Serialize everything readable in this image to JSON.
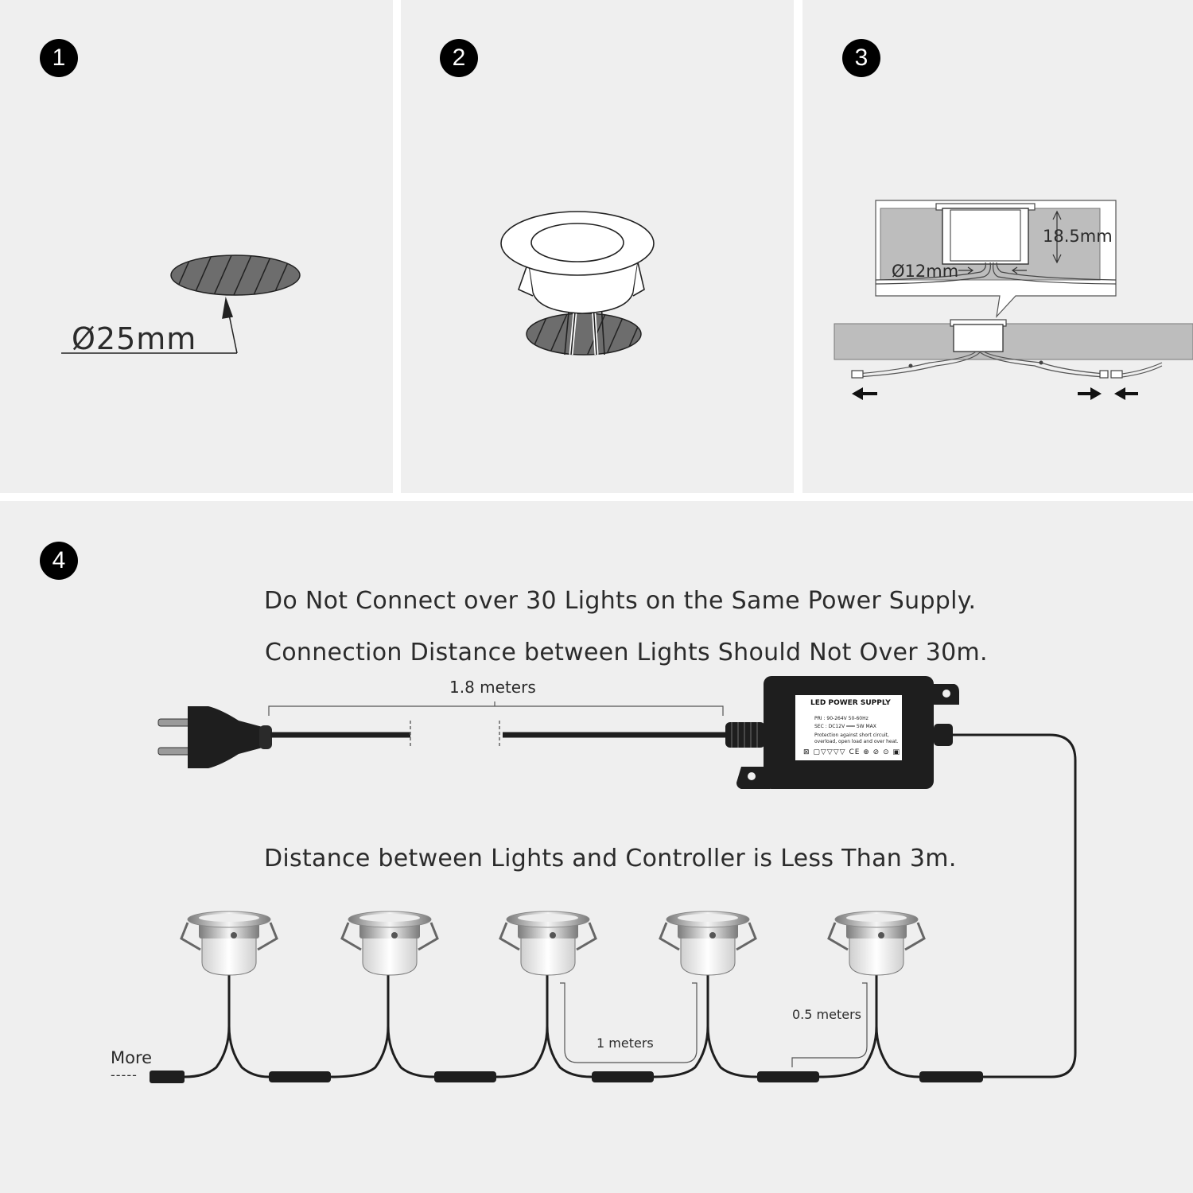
{
  "steps": {
    "s1": "1",
    "s2": "2",
    "s3": "3",
    "s4": "4"
  },
  "step1": {
    "hole_diameter": "Ø25mm"
  },
  "step3": {
    "depth": "18.5mm",
    "cable_diameter": "Ø12mm"
  },
  "step4": {
    "note_max_lights": "Do Not Connect over 30 Lights on the Same Power Supply.",
    "note_max_distance": "Connection Distance between Lights Should Not Over 30m.",
    "cord_length": "1.8 meters",
    "power_supply": {
      "title": "LED POWER SUPPLY",
      "pri": "PRI : 90-264V    50-60Hz",
      "sec": "SEC : DC12V ═══  5W MAX",
      "protection_line1": "Protection against short circuit,",
      "protection_line2": "overload, open load and over heat."
    },
    "note_controller": "Distance between Lights and Controller is Less Than 3m.",
    "spacing_1m": "1 meters",
    "spacing_05m": "0.5 meters",
    "more": "More",
    "more_dashes": "-----"
  },
  "colors": {
    "panel_bg": "#efefef",
    "ink": "#2b2b2b",
    "cable": "#1e1e1e"
  }
}
